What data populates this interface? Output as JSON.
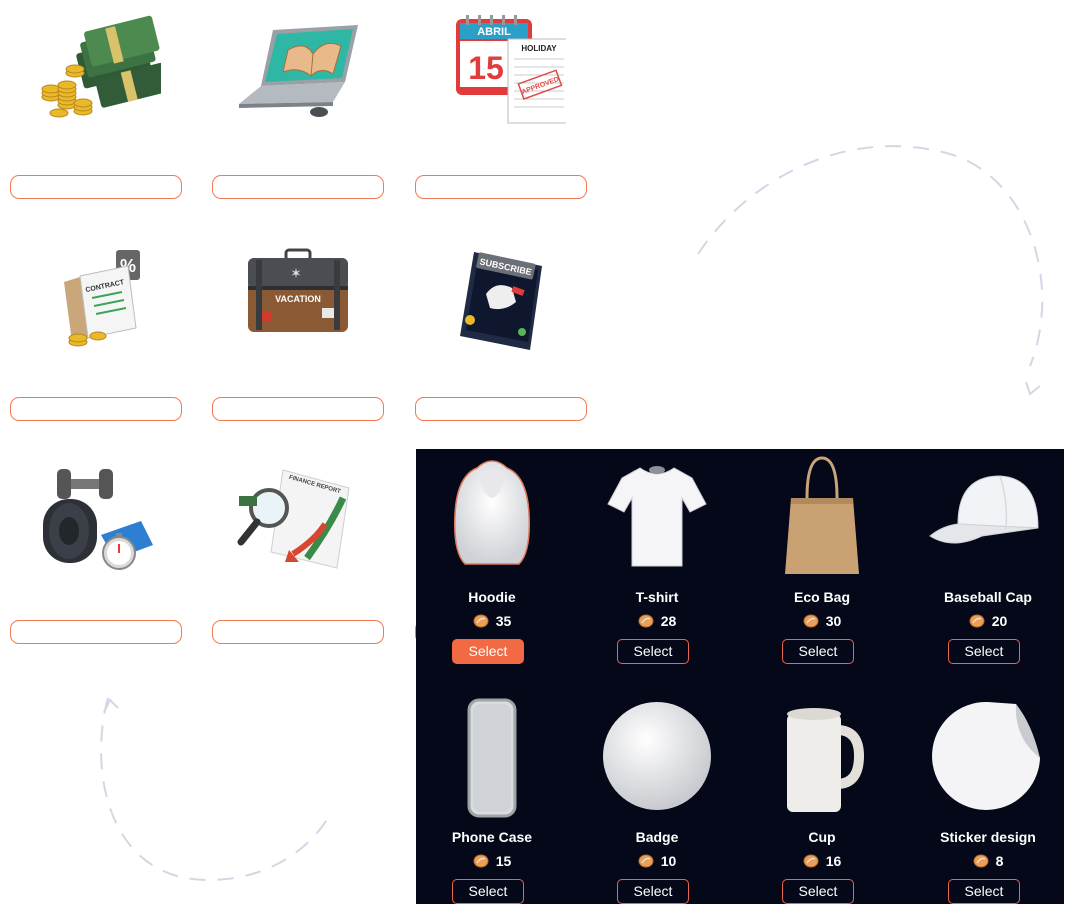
{
  "rewards": [
    {
      "icon": "cash-coins-icon"
    },
    {
      "icon": "laptop-book-icon"
    },
    {
      "icon": "holiday-calendar-icon",
      "calendar_month": "ABRIL",
      "calendar_day": "15",
      "note_title": "HOLIDAY",
      "stamp": "APPROVED"
    },
    {
      "icon": "contract-discount-icon",
      "doc_title": "CONTRACT",
      "tag": "%"
    },
    {
      "icon": "vacation-suitcase-icon",
      "label": "VACATION"
    },
    {
      "icon": "subscribe-tablet-icon",
      "label": "SUBSCRIBE"
    },
    {
      "icon": "fitness-dumbbell-mat-icon"
    },
    {
      "icon": "finance-report-icon",
      "doc_title": "FINANCE REPORT"
    }
  ],
  "merch": {
    "background": "#050818",
    "accent": "#f16a43",
    "items": [
      {
        "name": "Hoodie",
        "price": "35",
        "button": "Select",
        "selected": true,
        "icon": "hoodie-icon"
      },
      {
        "name": "T-shirt",
        "price": "28",
        "button": "Select",
        "selected": false,
        "icon": "tshirt-icon"
      },
      {
        "name": "Eco Bag",
        "price": "30",
        "button": "Select",
        "selected": false,
        "icon": "eco-bag-icon"
      },
      {
        "name": "Baseball Cap",
        "price": "20",
        "button": "Select",
        "selected": false,
        "icon": "baseball-cap-icon"
      },
      {
        "name": "Phone Case",
        "price": "15",
        "button": "Select",
        "selected": false,
        "icon": "phone-case-icon"
      },
      {
        "name": "Badge",
        "price": "10",
        "button": "Select",
        "selected": false,
        "icon": "badge-icon"
      },
      {
        "name": "Cup",
        "price": "16",
        "button": "Select",
        "selected": false,
        "icon": "cup-icon"
      },
      {
        "name": "Sticker design",
        "price": "8",
        "button": "Select",
        "selected": false,
        "icon": "sticker-icon"
      }
    ]
  }
}
